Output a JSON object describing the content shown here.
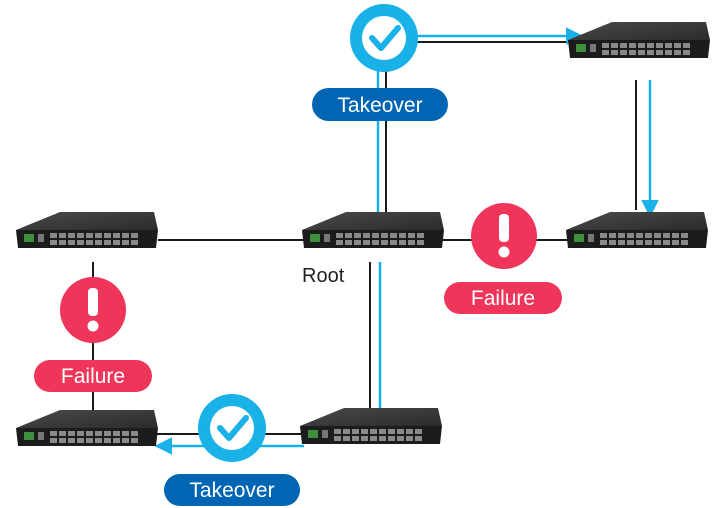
{
  "labels": {
    "root": "Root",
    "takeover": "Takeover",
    "failure": "Failure"
  },
  "colors": {
    "takeover_path": "#1ab0e8",
    "takeover_badge": "#0066b3",
    "failure": "#f0355a",
    "link": "#1a1a1a",
    "switch_body": "#2a2a2a"
  },
  "icons": {
    "success": "check-circle-icon",
    "failure": "exclamation-icon",
    "switch": "network-switch-icon"
  }
}
